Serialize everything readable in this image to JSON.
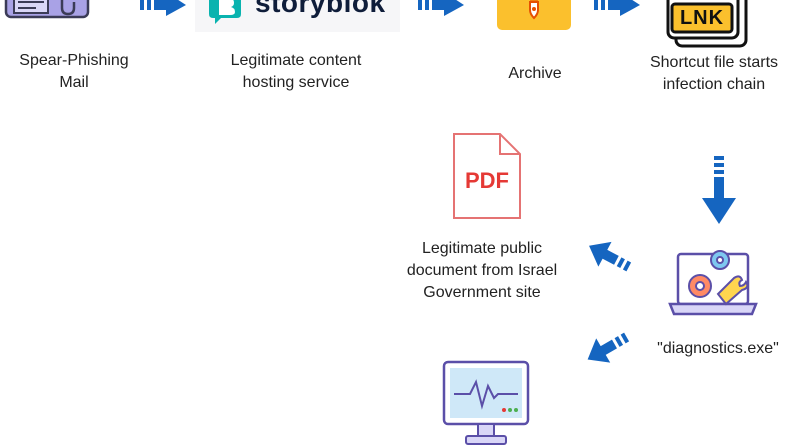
{
  "steps": {
    "mail": {
      "label_line1": "Spear-Phishing",
      "label_line2": "Mail"
    },
    "hosting": {
      "brand": "storyblok",
      "label_line1": "Legitimate content",
      "label_line2": "hosting service"
    },
    "archive": {
      "label": "Archive"
    },
    "shortcut": {
      "badge": "LNK",
      "label_line1": "Shortcut file starts",
      "label_line2": "infection chain"
    },
    "decoy": {
      "badge": "PDF",
      "label_line1": "Legitimate public",
      "label_line2": "document from Israel",
      "label_line3": "Government site"
    },
    "exe": {
      "label": "\"diagnostics.exe\""
    },
    "monitor": {}
  },
  "colors": {
    "arrow_blue": "#1565c0",
    "storyblok_teal": "#09b3af",
    "pdf_red": "#e53935",
    "archive_yellow": "#fbc02d",
    "icon_purple": "#6a5acd"
  }
}
